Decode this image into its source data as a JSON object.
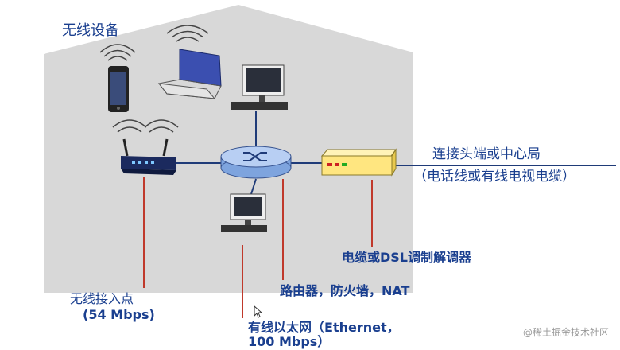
{
  "house": {
    "title": "无线设备"
  },
  "labels": {
    "central_office": "连接头端或中心局",
    "central_office_sub": "（电话线或有线电视电缆）",
    "modem": "电缆或DSL调制解调器",
    "router": "路由器，防火墙，NAT",
    "ap_line1": "无线接入点",
    "ap_line2": "(54 Mbps)",
    "ethernet_line1": "有线以太网（Ethernet，",
    "ethernet_line2": "100 Mbps）"
  },
  "watermark": "@稀土掘金技术社区",
  "colors": {
    "house": "#d8d8d8",
    "text": "#1a3f8f",
    "wire_dark": "#1f3b78",
    "wire_red": "#c0392b",
    "router": "#8fb3e6",
    "modem": "#ffe680"
  }
}
